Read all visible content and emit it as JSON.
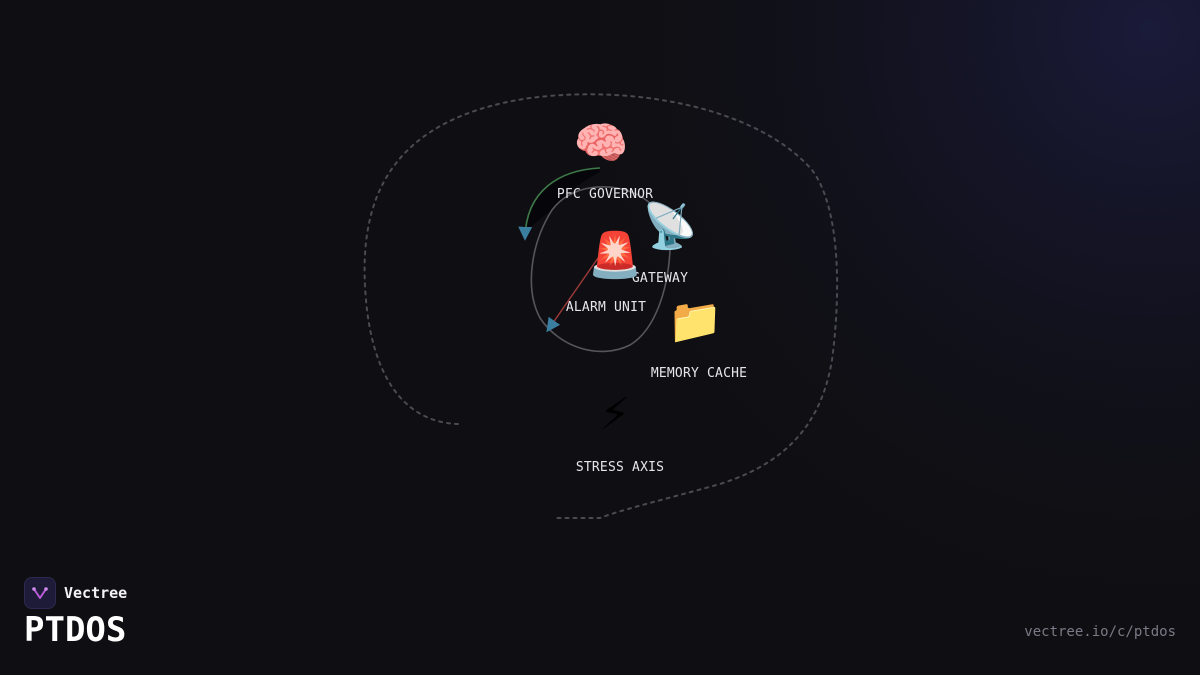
{
  "brand": {
    "name": "Vectree",
    "project": "PTDOS",
    "url": "vectree.io/c/ptdos"
  },
  "diagram": {
    "nodes": [
      {
        "id": "pfc",
        "icon": "brain-icon",
        "emoji": "🧠",
        "label": "PFC GOVERNOR"
      },
      {
        "id": "gateway",
        "icon": "satellite-dish-icon",
        "emoji": "📡",
        "label": "GATEWAY"
      },
      {
        "id": "alarm",
        "icon": "siren-icon",
        "emoji": "🚨",
        "label": "ALARM UNIT"
      },
      {
        "id": "memory",
        "icon": "folder-icon",
        "emoji": "📁",
        "label": "MEMORY CACHE"
      },
      {
        "id": "stress",
        "icon": "lightning-icon",
        "emoji": "⚡",
        "label": "STRESS AXIS"
      }
    ],
    "colors": {
      "background": "#0f0f13",
      "glow": "#1a1a3a",
      "dashed_loop": "#4a4a52",
      "green_edge": "#3f7a4a",
      "red_edge": "#a03a3a",
      "grey_edge": "#55555c",
      "arrowhead": "#3a7fa0",
      "label": "#e6e6ea",
      "logo_bg": "#1d1b38",
      "logo_mark": "#b85ad8",
      "footer": "#7a7a86"
    }
  }
}
